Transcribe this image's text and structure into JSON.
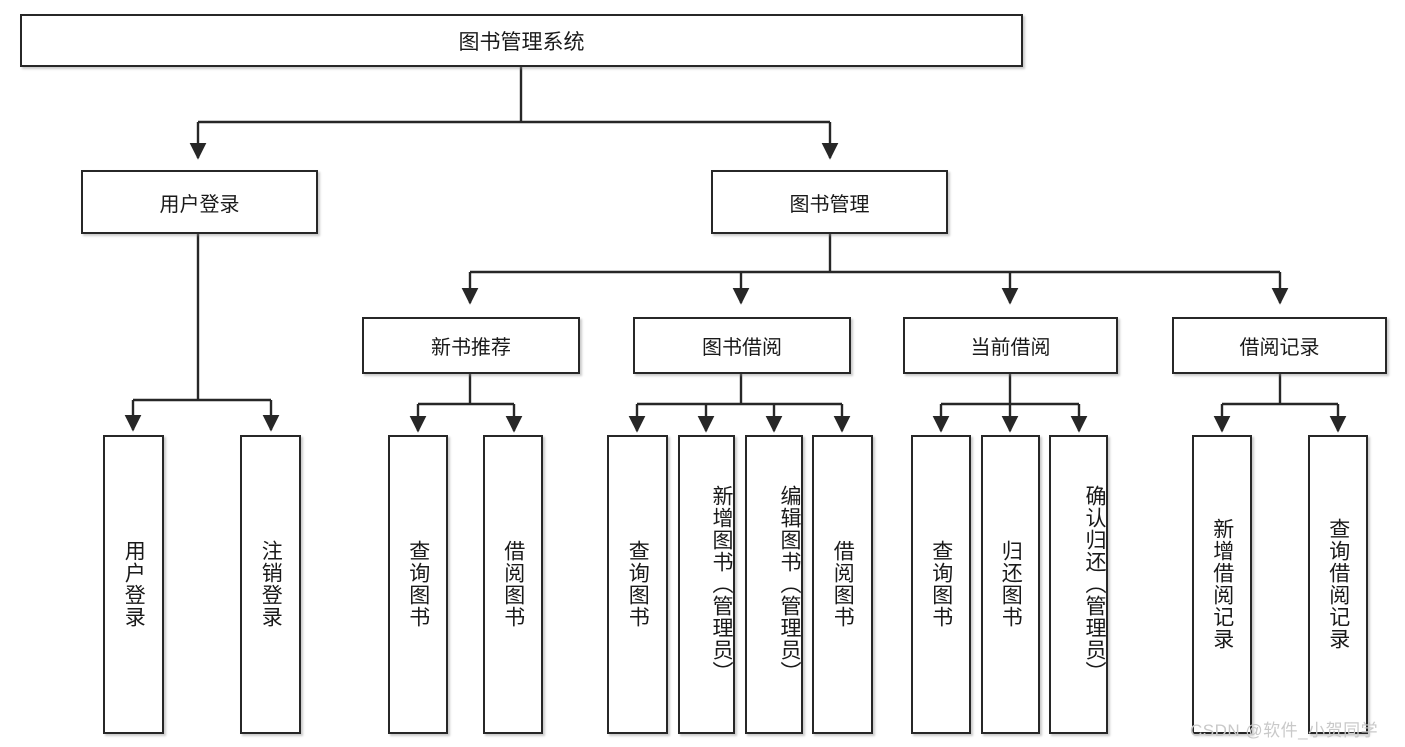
{
  "diagram": {
    "type": "tree-hierarchy",
    "title": "图书管理系统",
    "root": {
      "label": "图书管理系统"
    },
    "level1": [
      {
        "label": "用户登录"
      },
      {
        "label": "图书管理"
      }
    ],
    "level2": [
      {
        "label": "新书推荐"
      },
      {
        "label": "图书借阅"
      },
      {
        "label": "当前借阅"
      },
      {
        "label": "借阅记录"
      }
    ],
    "leaves": {
      "user_login": [
        {
          "label": "用户登录"
        },
        {
          "label": "注销登录"
        }
      ],
      "new_book_recommend": [
        {
          "label": "查询图书"
        },
        {
          "label": "借阅图书"
        }
      ],
      "book_borrow": [
        {
          "label": "查询图书"
        },
        {
          "label": "新增图书（管理员）"
        },
        {
          "label": "编辑图书（管理员）"
        },
        {
          "label": "借阅图书"
        }
      ],
      "current_borrow": [
        {
          "label": "查询图书"
        },
        {
          "label": "归还图书"
        },
        {
          "label": "确认归还（管理员）"
        }
      ],
      "borrow_record": [
        {
          "label": "新增借阅记录"
        },
        {
          "label": "查询借阅记录"
        }
      ]
    }
  },
  "watermark": {
    "text": "CSDN @软件_小贺同学"
  },
  "colors": {
    "box_border": "#272727",
    "box_fill": "#ffffff",
    "line": "#272727",
    "text": "#1a1a1a",
    "watermark": "#c9c9c9"
  }
}
